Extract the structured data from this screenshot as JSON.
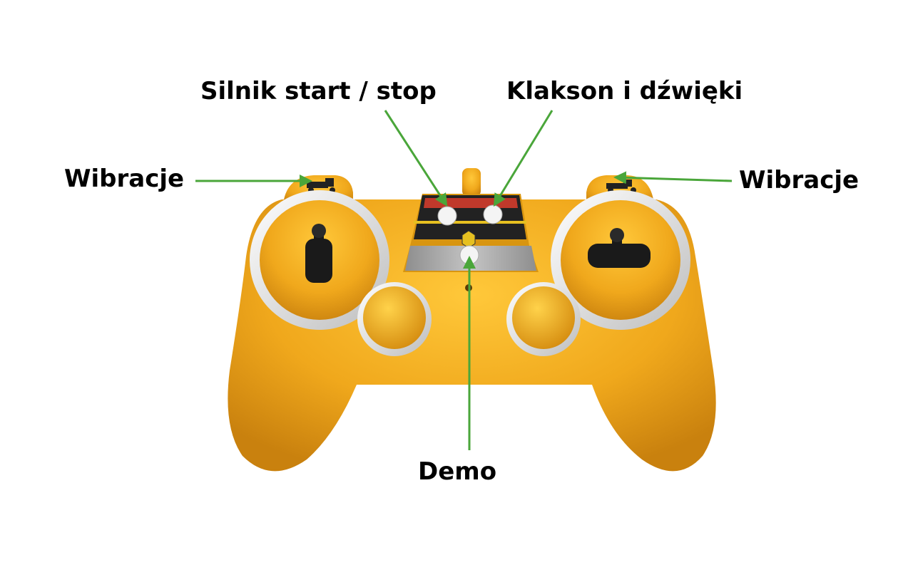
{
  "labels": {
    "engine": "Silnik start / stop",
    "horn": "Klakson i dźwięki",
    "vibration_left": "Wibracje",
    "vibration_right": "Wibracje",
    "demo": "Demo"
  },
  "colors": {
    "body": "#f0a81c",
    "body_shadow": "#c9810e",
    "arrow": "#4aa63a",
    "ring": "#d9d9d9",
    "stick": "#1a1a1a",
    "panel": "#a9a9a9"
  }
}
